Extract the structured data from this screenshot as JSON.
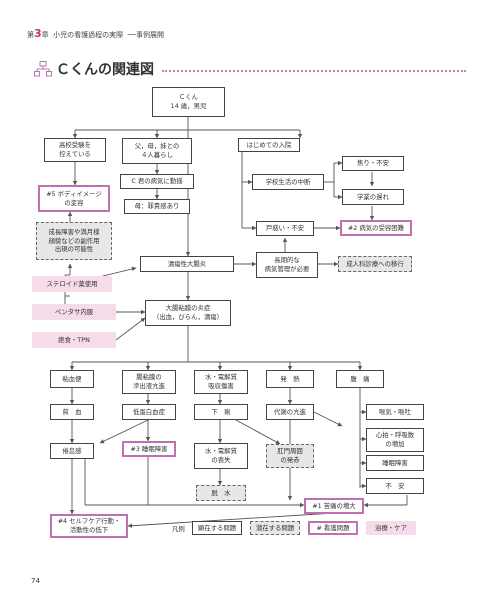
{
  "header": {
    "chapter_prefix": "第",
    "chapter_number": "3",
    "chapter_suffix": "章",
    "chapter_title": "小児の看護過程の実際",
    "section": "──事例展開"
  },
  "title": "Ｃくんの関連図",
  "page_number": "74",
  "colors": {
    "accent": "#c070b0",
    "care_fill": "#f6dcea",
    "potential_fill": "#e7e7e7",
    "line": "#555555",
    "chapter": "#c0307a"
  },
  "nodes": {
    "c_kun": "Ｃくん\n14 歳，男児",
    "exam": "高校受験を\n控えている",
    "family": "父，母，妹との\n４人暮らし",
    "first_admit": "はじめての入院",
    "mother_upset": "C 君の病気に動揺",
    "mother_guilt": "母：罪責感あり",
    "anxiety": "焦り・不安",
    "school_interrupt": "学校生活の中断",
    "study_delay": "学業の遅れ",
    "nd5": "#5 ボディイメージ\nの変容",
    "side_effects": "成長障害や満月様\n顔貌などの副作用\n出現の可能性",
    "confused": "戸惑い・不安",
    "nd2": "#2 病気の受容困難",
    "uc": "潰瘍性大腸炎",
    "long_mgmt": "長期的な\n病気管理が必要",
    "adult_transfer": "成人科診療への移行",
    "steroid": "ステロイド薬使用",
    "pentasa": "ペンタサ内服",
    "fasting": "絶食・TPN",
    "inflammation": "大腸粘膜の炎症\n（出血，びらん，潰瘍）",
    "bloody_stool": "粘血便",
    "exudate": "腸粘膜の\n滲出液亢進",
    "absorption": "水・電解質\n吸収傷害",
    "fever": "発　熱",
    "abdominal_pain": "腹　痛",
    "anemia": "貧　血",
    "hypoprotein": "低蛋白血症",
    "diarrhea": "下　痢",
    "metabolism": "代謝の亢進",
    "nausea": "嘔気・嘔吐",
    "fatigue": "倦怠感",
    "nd3": "#3 睡眠障害",
    "water_loss": "水・電解質\nの喪失",
    "perianal": "肛門周囲\nの発赤",
    "pulse": "心拍・呼吸数\nの増加",
    "sleep_disorder": "睡眠障害",
    "uneasy": "不　安",
    "dehydration": "脱　水",
    "nd1": "#1 苦痛の増大",
    "nd4": "#4 セルフケア行動・\n活動性の低下"
  },
  "legend": {
    "label": "凡例",
    "existing": "顕在する問題",
    "potential": "潜在する問題",
    "nursing": "# 看護問題",
    "care": "治療・ケア"
  }
}
